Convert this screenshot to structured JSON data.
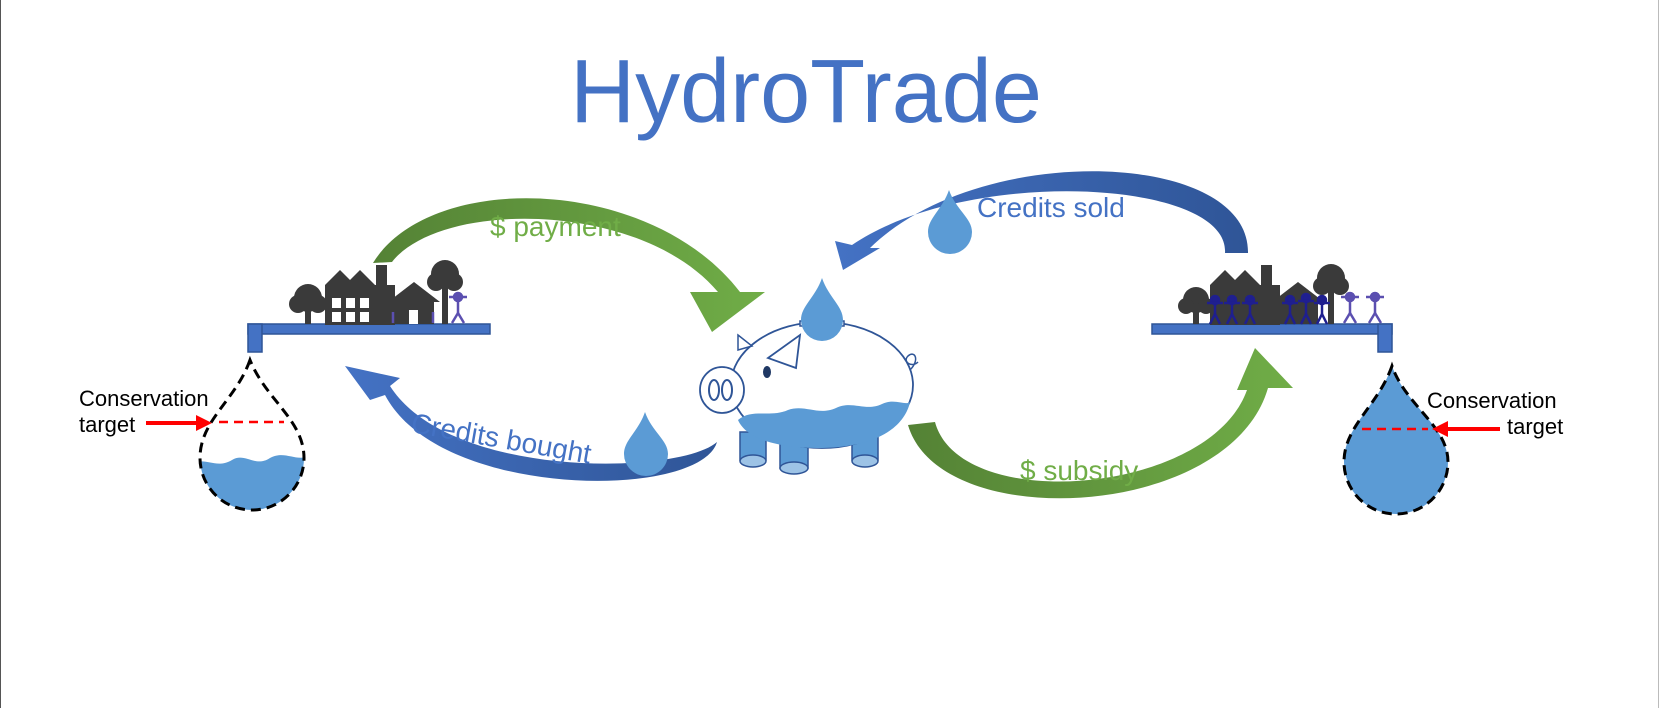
{
  "title": "HydroTrade",
  "labels": {
    "payment": "$ payment",
    "credits_sold": "Credits sold",
    "credits_bought": "Credits bought",
    "subsidy": "$ subsidy",
    "left_target_line1": "Conservation",
    "left_target_line2": "target",
    "right_target_line1": "Conservation",
    "right_target_line2": "target"
  },
  "colors": {
    "title_blue": "#4472C4",
    "arrow_green": "#70AD47",
    "arrow_green_dark": "#548235",
    "arrow_blue": "#4472C4",
    "arrow_blue_dark": "#2F5597",
    "water_blue": "#5B9BD5",
    "target_red": "#FF0000",
    "silhouette": "#3A3A3A",
    "people_purple": "#5B4FB0",
    "people_navy": "#1F1F8F"
  },
  "icons": {
    "bank": "piggy-bank-icon",
    "drop": "water-drop-icon",
    "community": "community-icon"
  }
}
